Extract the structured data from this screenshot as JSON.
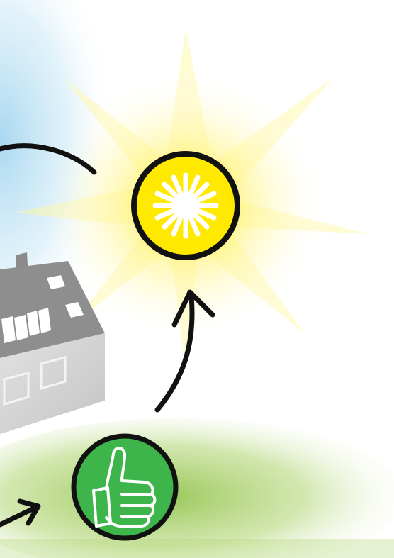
{
  "diagram": {
    "nodes": [
      {
        "id": "sun",
        "icon": "sun-icon",
        "label": ""
      },
      {
        "id": "house",
        "icon": "house-icon",
        "label": ""
      },
      {
        "id": "approval",
        "icon": "thumbs-up-icon",
        "label": ""
      }
    ],
    "edges": [
      {
        "from": "offscreen-left",
        "to": "sun",
        "style": "curved-arrow"
      },
      {
        "from": "approval",
        "to": "sun",
        "style": "curved-arrow"
      },
      {
        "from": "offscreen-left",
        "to": "approval",
        "style": "straight-arrow"
      }
    ]
  },
  "colors": {
    "sun_fill": "#ffe900",
    "sun_glow": "#fff27a",
    "sun_rays": "#ffffff",
    "thumb_badge": "#3db54a",
    "outline": "#111111",
    "house_roof": "#8e8e8e",
    "house_wall": "#d6d6d6",
    "sky": "#bfe3f5",
    "grass": "#9ccb5a"
  }
}
